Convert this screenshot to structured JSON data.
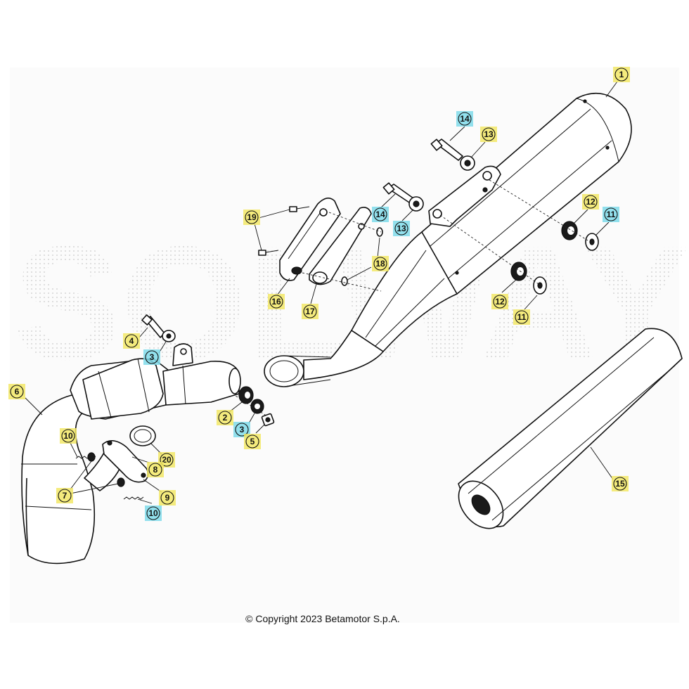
{
  "watermark": "SOLWAY",
  "copyright": "© Copyright 2023 Betamotor S.p.A.",
  "colors": {
    "badge_yellow": "#f2e866",
    "badge_cyan": "#7fdbea",
    "line": "#111111"
  },
  "callouts": [
    {
      "id": "c1",
      "label": "1",
      "style": "yellow"
    },
    {
      "id": "c14a",
      "label": "14",
      "style": "cyan"
    },
    {
      "id": "c13a",
      "label": "13",
      "style": "yellow"
    },
    {
      "id": "c14b",
      "label": "14",
      "style": "cyan"
    },
    {
      "id": "c13b",
      "label": "13",
      "style": "cyan"
    },
    {
      "id": "c12a",
      "label": "12",
      "style": "yellow"
    },
    {
      "id": "c11a",
      "label": "11",
      "style": "cyan"
    },
    {
      "id": "c19",
      "label": "19",
      "style": "yellow"
    },
    {
      "id": "c18",
      "label": "18",
      "style": "yellow"
    },
    {
      "id": "c12b",
      "label": "12",
      "style": "yellow"
    },
    {
      "id": "c11b",
      "label": "11",
      "style": "yellow"
    },
    {
      "id": "c16",
      "label": "16",
      "style": "yellow"
    },
    {
      "id": "c17",
      "label": "17",
      "style": "yellow"
    },
    {
      "id": "c4",
      "label": "4",
      "style": "yellow"
    },
    {
      "id": "c3a",
      "label": "3",
      "style": "cyan"
    },
    {
      "id": "c6",
      "label": "6",
      "style": "yellow"
    },
    {
      "id": "c2",
      "label": "2",
      "style": "yellow"
    },
    {
      "id": "c3b",
      "label": "3",
      "style": "cyan"
    },
    {
      "id": "c5",
      "label": "5",
      "style": "yellow"
    },
    {
      "id": "c10a",
      "label": "10",
      "style": "yellow"
    },
    {
      "id": "c20",
      "label": "20",
      "style": "yellow"
    },
    {
      "id": "c8",
      "label": "8",
      "style": "yellow"
    },
    {
      "id": "c7",
      "label": "7",
      "style": "yellow"
    },
    {
      "id": "c9",
      "label": "9",
      "style": "yellow"
    },
    {
      "id": "c10b",
      "label": "10",
      "style": "cyan"
    },
    {
      "id": "c15",
      "label": "15",
      "style": "yellow"
    }
  ]
}
